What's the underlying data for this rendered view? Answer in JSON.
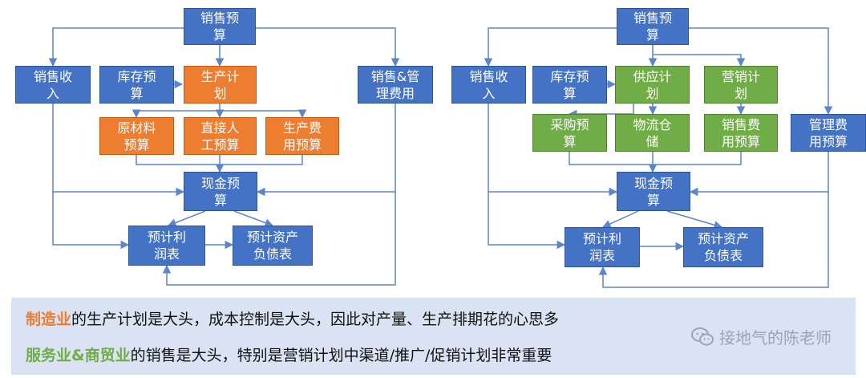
{
  "colors": {
    "blue": "#4472c4",
    "orange": "#ed7d31",
    "green": "#70ad47",
    "connector": "#5b86cc"
  },
  "left_diagram": {
    "sales_budget": "销售预\n算",
    "sales_revenue": "销售收\n入",
    "inventory_budget": "库存预\n算",
    "production_plan": "生产计\n划",
    "sales_admin_expense": "销售&管\n理费用",
    "raw_material_budget": "原材料\n预算",
    "direct_labor_budget": "直接人\n工预算",
    "production_cost_budget": "生产费\n用预算",
    "cash_budget": "现金预\n算",
    "projected_income": "预计利\n润表",
    "projected_balance": "预计资产\n负债表"
  },
  "right_diagram": {
    "sales_budget": "销售预\n算",
    "sales_revenue": "销售收\n入",
    "inventory_budget": "库存预\n算",
    "supply_plan": "供应计\n划",
    "marketing_plan": "营销计\n划",
    "purchase_budget": "采购预\n算",
    "logistics_warehouse": "物流仓\n储",
    "selling_expense_budget": "销售费\n用预算",
    "admin_expense_budget": "管理费\n用预算",
    "cash_budget": "现金预\n算",
    "projected_income": "预计利\n润表",
    "projected_balance": "预计资产\n负债表"
  },
  "note": {
    "line1_highlight": "制造业",
    "line1_rest": "的生产计划是大头，成本控制是大头，因此对产量、生产排期花的心思多",
    "line2_highlight": "服务业&商贸业",
    "line2_rest": "的销售是大头，特别是营销计划中渠道/推广/促销计划非常重要",
    "watermark": "接地气的陈老师",
    "watermark_icon": "wechat-icon"
  }
}
